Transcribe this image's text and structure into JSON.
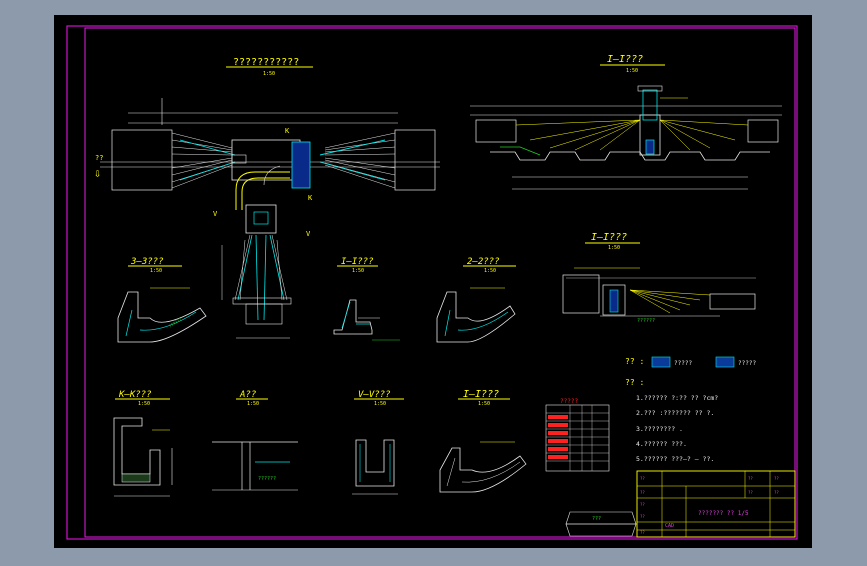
{
  "colors": {
    "desktop_bg": "#8c9aac",
    "canvas_bg": "#000000",
    "frame_outer": "#d010d0",
    "frame_inner": "#e020e0",
    "line_white": "#e8e8e8",
    "title_yellow": "#ffff00",
    "cyan": "#00e8e8",
    "green": "#20d020",
    "red": "#ff2020",
    "magenta": "#e040e0"
  },
  "drawing": {
    "plan_title": "???????????",
    "plan_scale": "1:50",
    "section_1_1_title": "I—I???",
    "section_1_1_scale": "1:50",
    "section_1_1b_title": "I—I???",
    "section_1_1b_scale": "1:50",
    "section_3_3_title": "3—3???",
    "section_3_3_scale": "1:50",
    "section_i_i_title": "I—I???",
    "section_i_i_scale": "1:50",
    "section_2_2_title": "2—2???",
    "section_2_2_scale": "1:50",
    "section_k_k_title": "K—K???",
    "section_k_k_scale": "1:50",
    "detail_a_title": "A??",
    "detail_a_scale": "1:50",
    "section_v_v_title": "V—V???",
    "section_v_v_scale": "1:50",
    "section_1_1c_title": "I—I???",
    "section_1_1c_scale": "1:50",
    "flow_label": "??",
    "legend_title": "?? :",
    "legend_item_1": "?????",
    "legend_item_2": "?????",
    "notes_title": "?? :",
    "notes": [
      "1.?????? ?:?? ?? ?cm?",
      "2.??? :??????? ?? ?.",
      "3.???????? .",
      "4.?????? ???.",
      "5.?????? ???—? — ??."
    ],
    "table_title": "?????",
    "title_block_name": "??????? ?? 1/5",
    "title_block_code": "CAD"
  }
}
